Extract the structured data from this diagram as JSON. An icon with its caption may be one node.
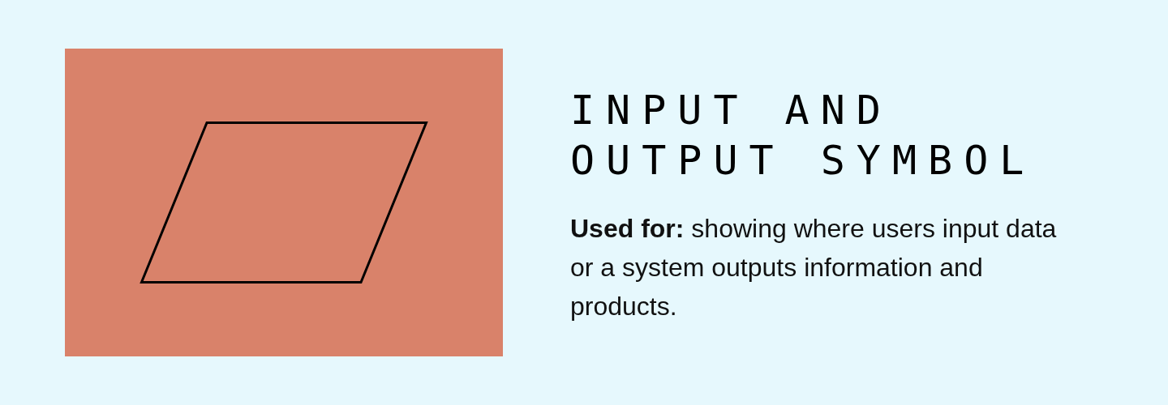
{
  "diagram": {
    "title": "INPUT AND OUTPUT SYMBOL",
    "nodes": [
      {
        "text": [],
        "shape": "parallelogram"
      }
    ],
    "labels": [
      "**Used for:** showing where users input data or a system outputs information and products."
    ]
  }
}
